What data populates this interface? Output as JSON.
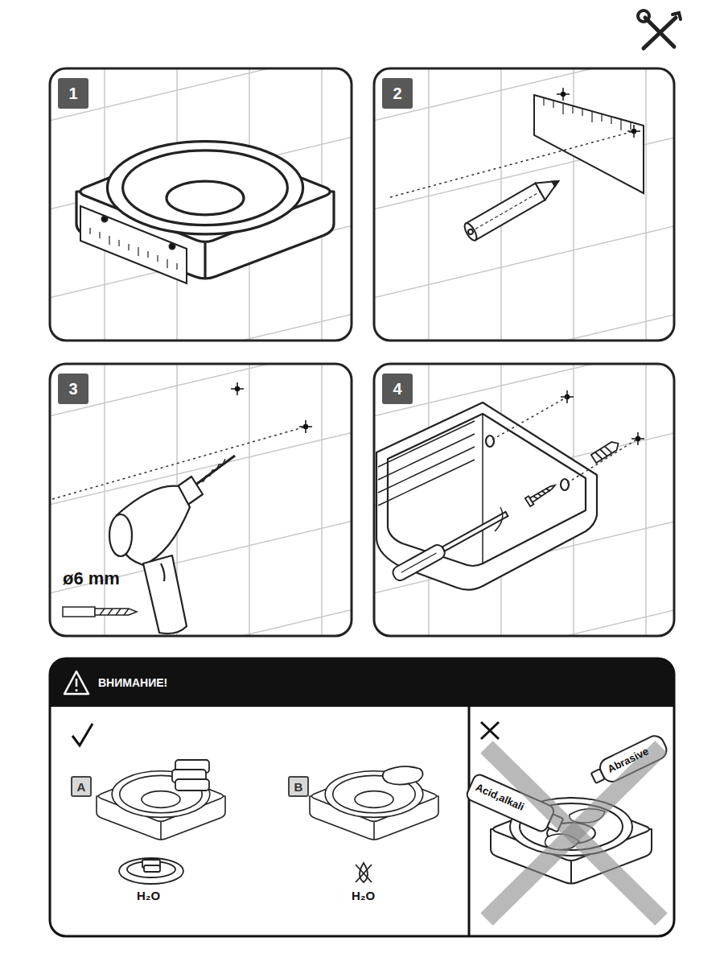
{
  "diagram": {
    "nodes": [
      {
        "text": [
          "1"
        ]
      },
      {
        "text": [
          "2"
        ]
      },
      {
        "text": [
          "3"
        ]
      },
      {
        "text": [
          "4"
        ]
      },
      {
        "text": [
          "ВНИМАНИЕ!"
        ]
      },
      {
        "text": [
          "A"
        ]
      },
      {
        "text": [
          "B"
        ]
      }
    ],
    "labels": [
      "ø6 mm",
      "H₂O",
      "H₂O",
      "Acid,alkali",
      "Abrasive"
    ]
  }
}
